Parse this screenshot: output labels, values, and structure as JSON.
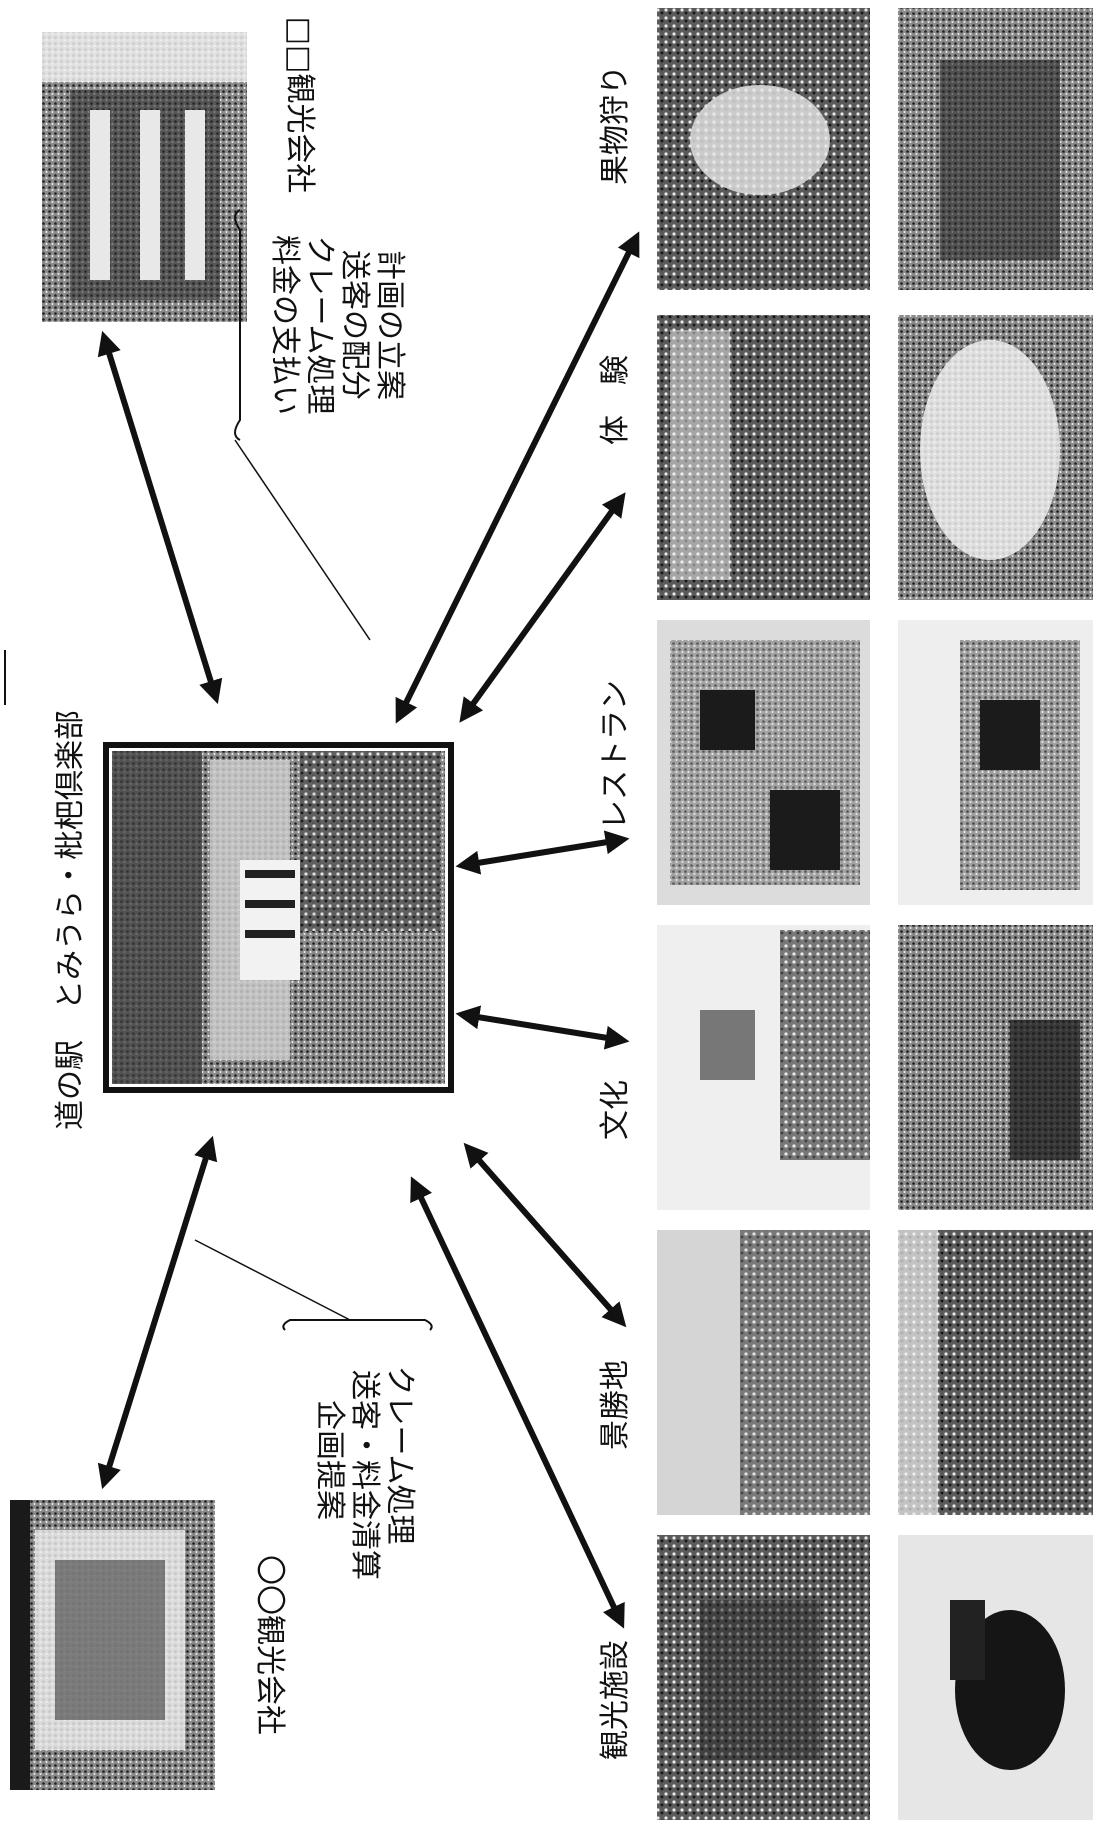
{
  "hub": {
    "title": "道の駅　とみうら・枇杷倶楽部"
  },
  "agencies": {
    "left": {
      "name": "〇〇観光会社",
      "roles": [
        "企画提案",
        "送客・料金清算",
        "クレーム処理"
      ]
    },
    "right": {
      "name": "□□観光会社",
      "roles": [
        "計画の立案",
        "送客の配分",
        "クレーム処理",
        "料金の支払い"
      ]
    }
  },
  "categories": [
    {
      "label": "観光施設"
    },
    {
      "label": "景勝地"
    },
    {
      "label": "文化"
    },
    {
      "label": "レストラン"
    },
    {
      "label": "体　験"
    },
    {
      "label": "果物狩り"
    }
  ],
  "colors": {
    "ink": "#111111",
    "photo_dark": "#2b2b2b",
    "photo_mid": "#7a7a7a",
    "photo_light": "#d9d9d9"
  }
}
